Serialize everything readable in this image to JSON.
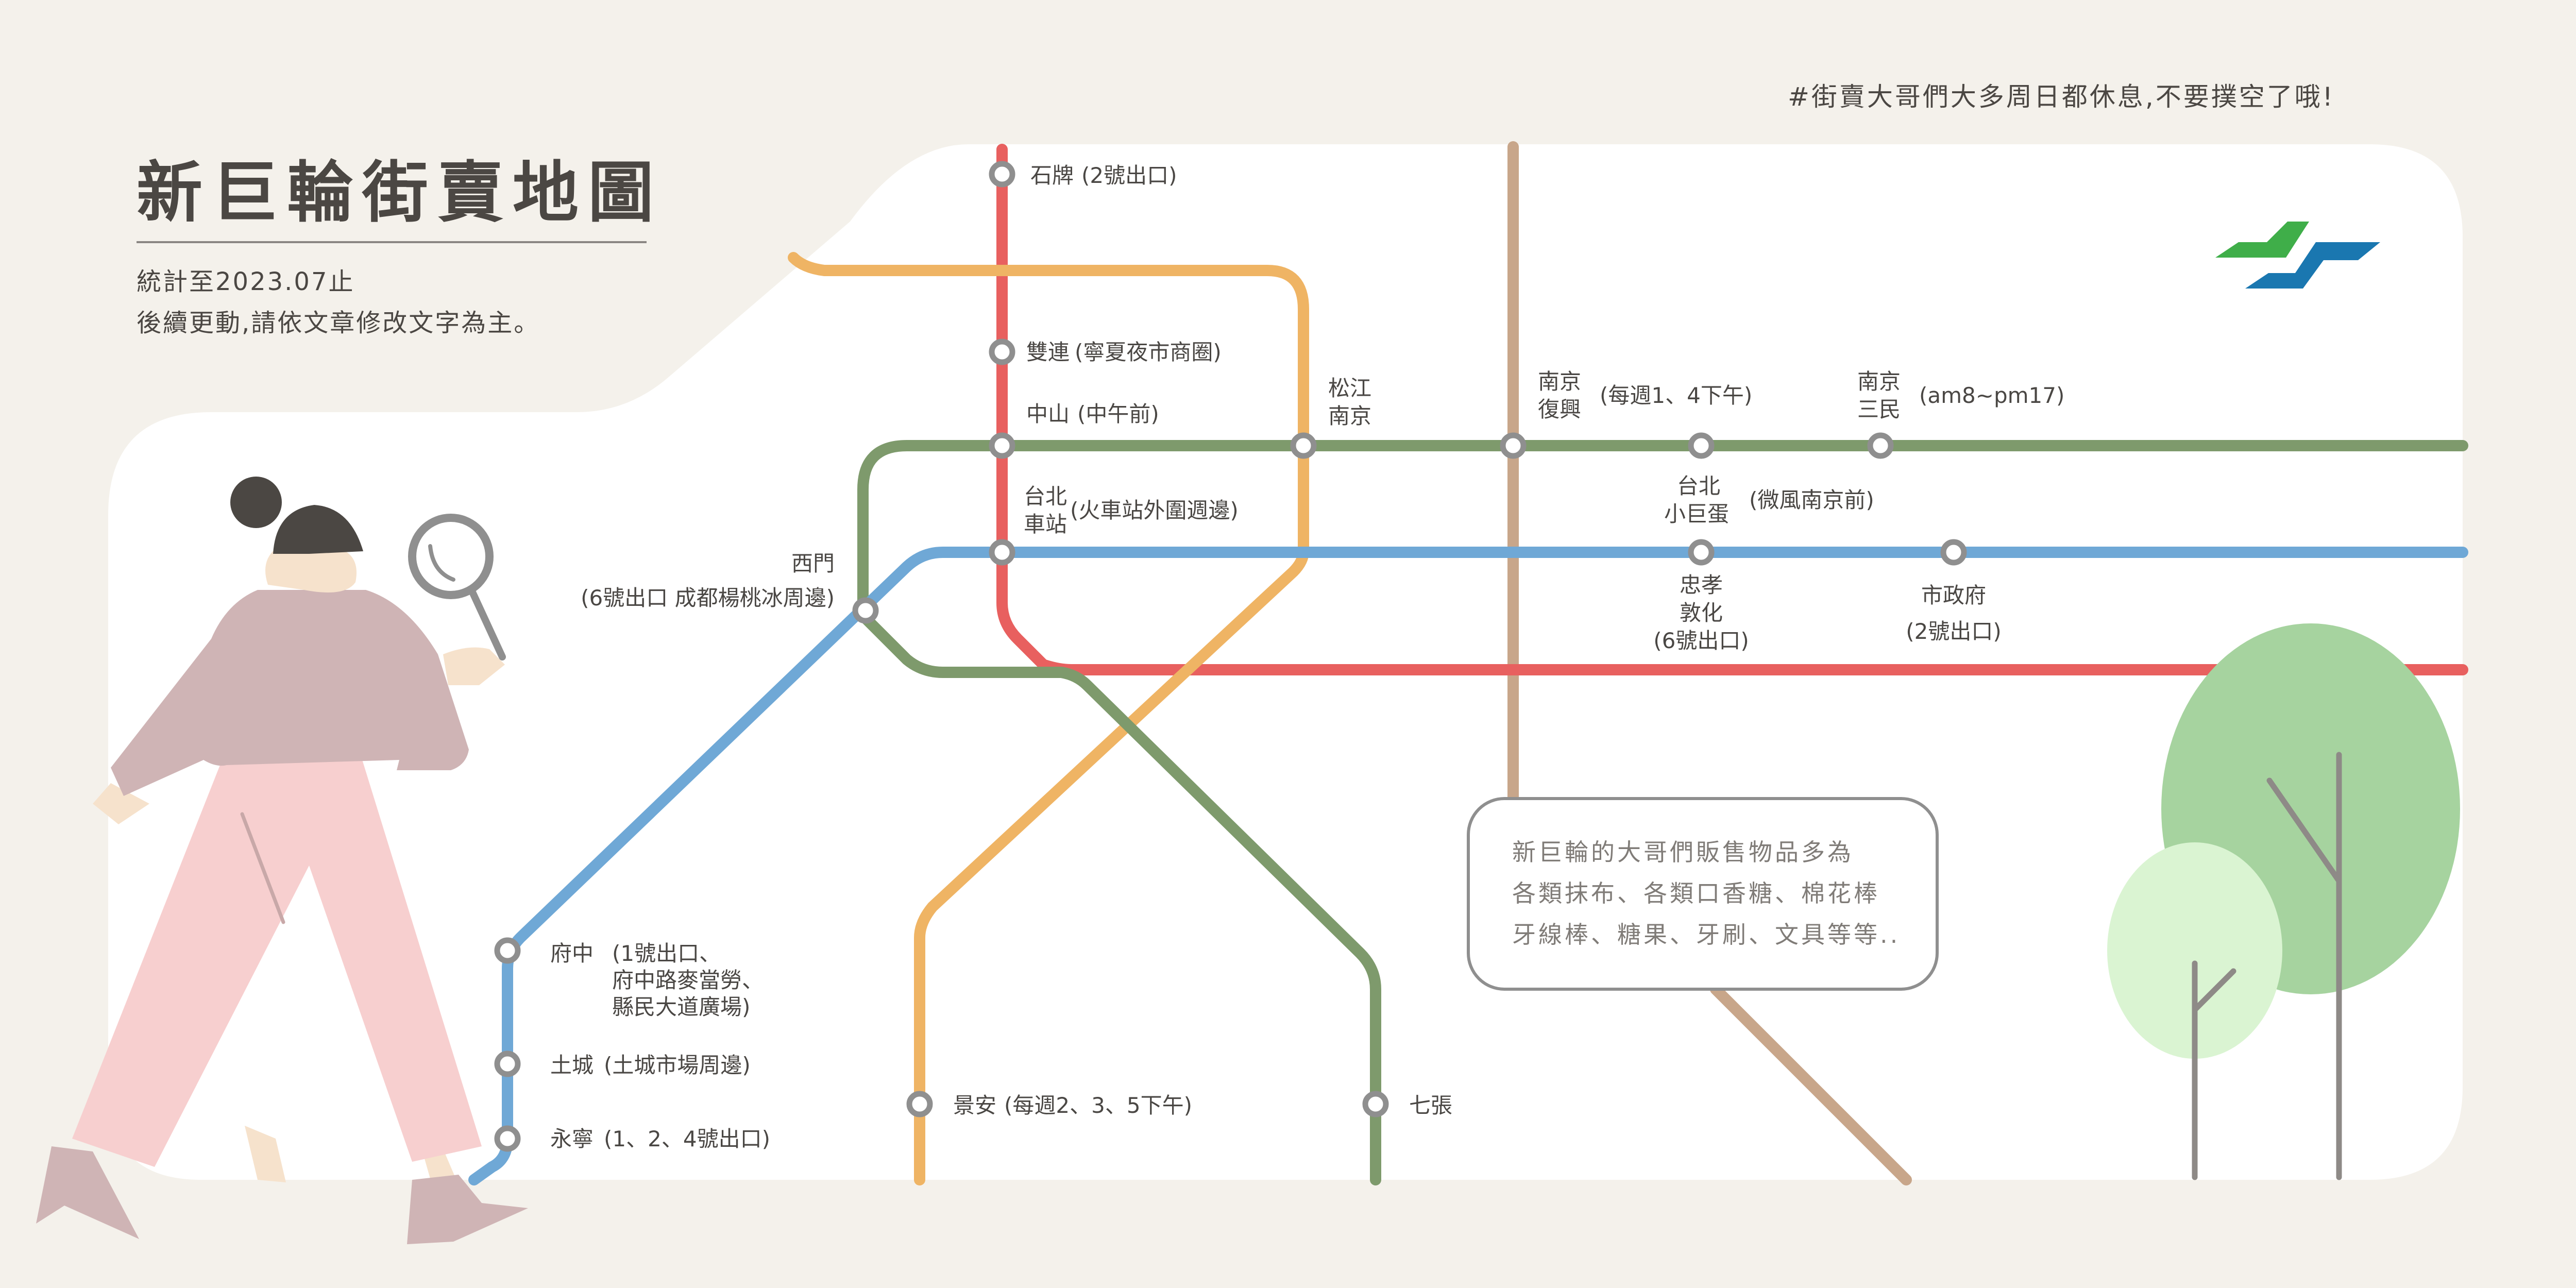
{
  "header": {
    "title": "新巨輪街賣地圖",
    "subtitle_1": "統計至2023.07止",
    "subtitle_2": "後續更動,請依文章修改文字為主。",
    "note": "#街賣大哥們大多周日都休息,不要撲空了哦!"
  },
  "colors": {
    "background": "#f4f1eb",
    "map_panel": "#ffffff",
    "line_red": "#e8605f",
    "line_orange": "#efb464",
    "line_green": "#7e9a6c",
    "line_blue": "#6fa8d6",
    "line_brown": "#c8a68a"
  },
  "stations": [
    {
      "id": "shipai",
      "label": "石牌",
      "detail": "(2號出口)"
    },
    {
      "id": "shuanglian",
      "label": "雙連",
      "detail": "(寧夏夜市商圈)"
    },
    {
      "id": "zhongshan",
      "label": "中山",
      "detail": "(中午前)"
    },
    {
      "id": "songjiang",
      "label": "松江",
      "label2": "南京"
    },
    {
      "id": "fuxing",
      "label": "南京",
      "label2": "復興",
      "detail": "(每週1、4下午)"
    },
    {
      "id": "sanmin",
      "label": "南京",
      "label2": "三民",
      "detail": "(am8~pm17)"
    },
    {
      "id": "taipei_main",
      "label": "台北",
      "label2": "車站",
      "detail": "(火車站外圍週邊)"
    },
    {
      "id": "arena",
      "label": "台北",
      "label2": "小巨蛋",
      "detail": "(微風南京前)"
    },
    {
      "id": "ximen",
      "label": "西門",
      "detail": "(6號出口 成都楊桃冰周邊)"
    },
    {
      "id": "zhongxiao",
      "label": "忠孝",
      "label2": "敦化",
      "detail": "(6號出口)"
    },
    {
      "id": "cityhall",
      "label": "市政府",
      "detail": "(2號出口)"
    },
    {
      "id": "fuzhong",
      "label": "府中",
      "detail": "(1號出口、",
      "detail2": "府中路麥當勞、",
      "detail3": "縣民大道廣場)"
    },
    {
      "id": "tucheng",
      "label": "土城",
      "detail": "(土城市場周邊)"
    },
    {
      "id": "yongning",
      "label": "永寧",
      "detail": "(1、2、4號出口)"
    },
    {
      "id": "jingan",
      "label": "景安",
      "detail": "(每週2、3、5下午)"
    },
    {
      "id": "qizhang",
      "label": "七張"
    }
  ],
  "info_box": {
    "line1": "新巨輪的大哥們販售物品多為",
    "line2": "各類抹布、各類口香糖、棉花棒",
    "line3": "牙線棒、糖果、牙刷、文具等等.."
  }
}
